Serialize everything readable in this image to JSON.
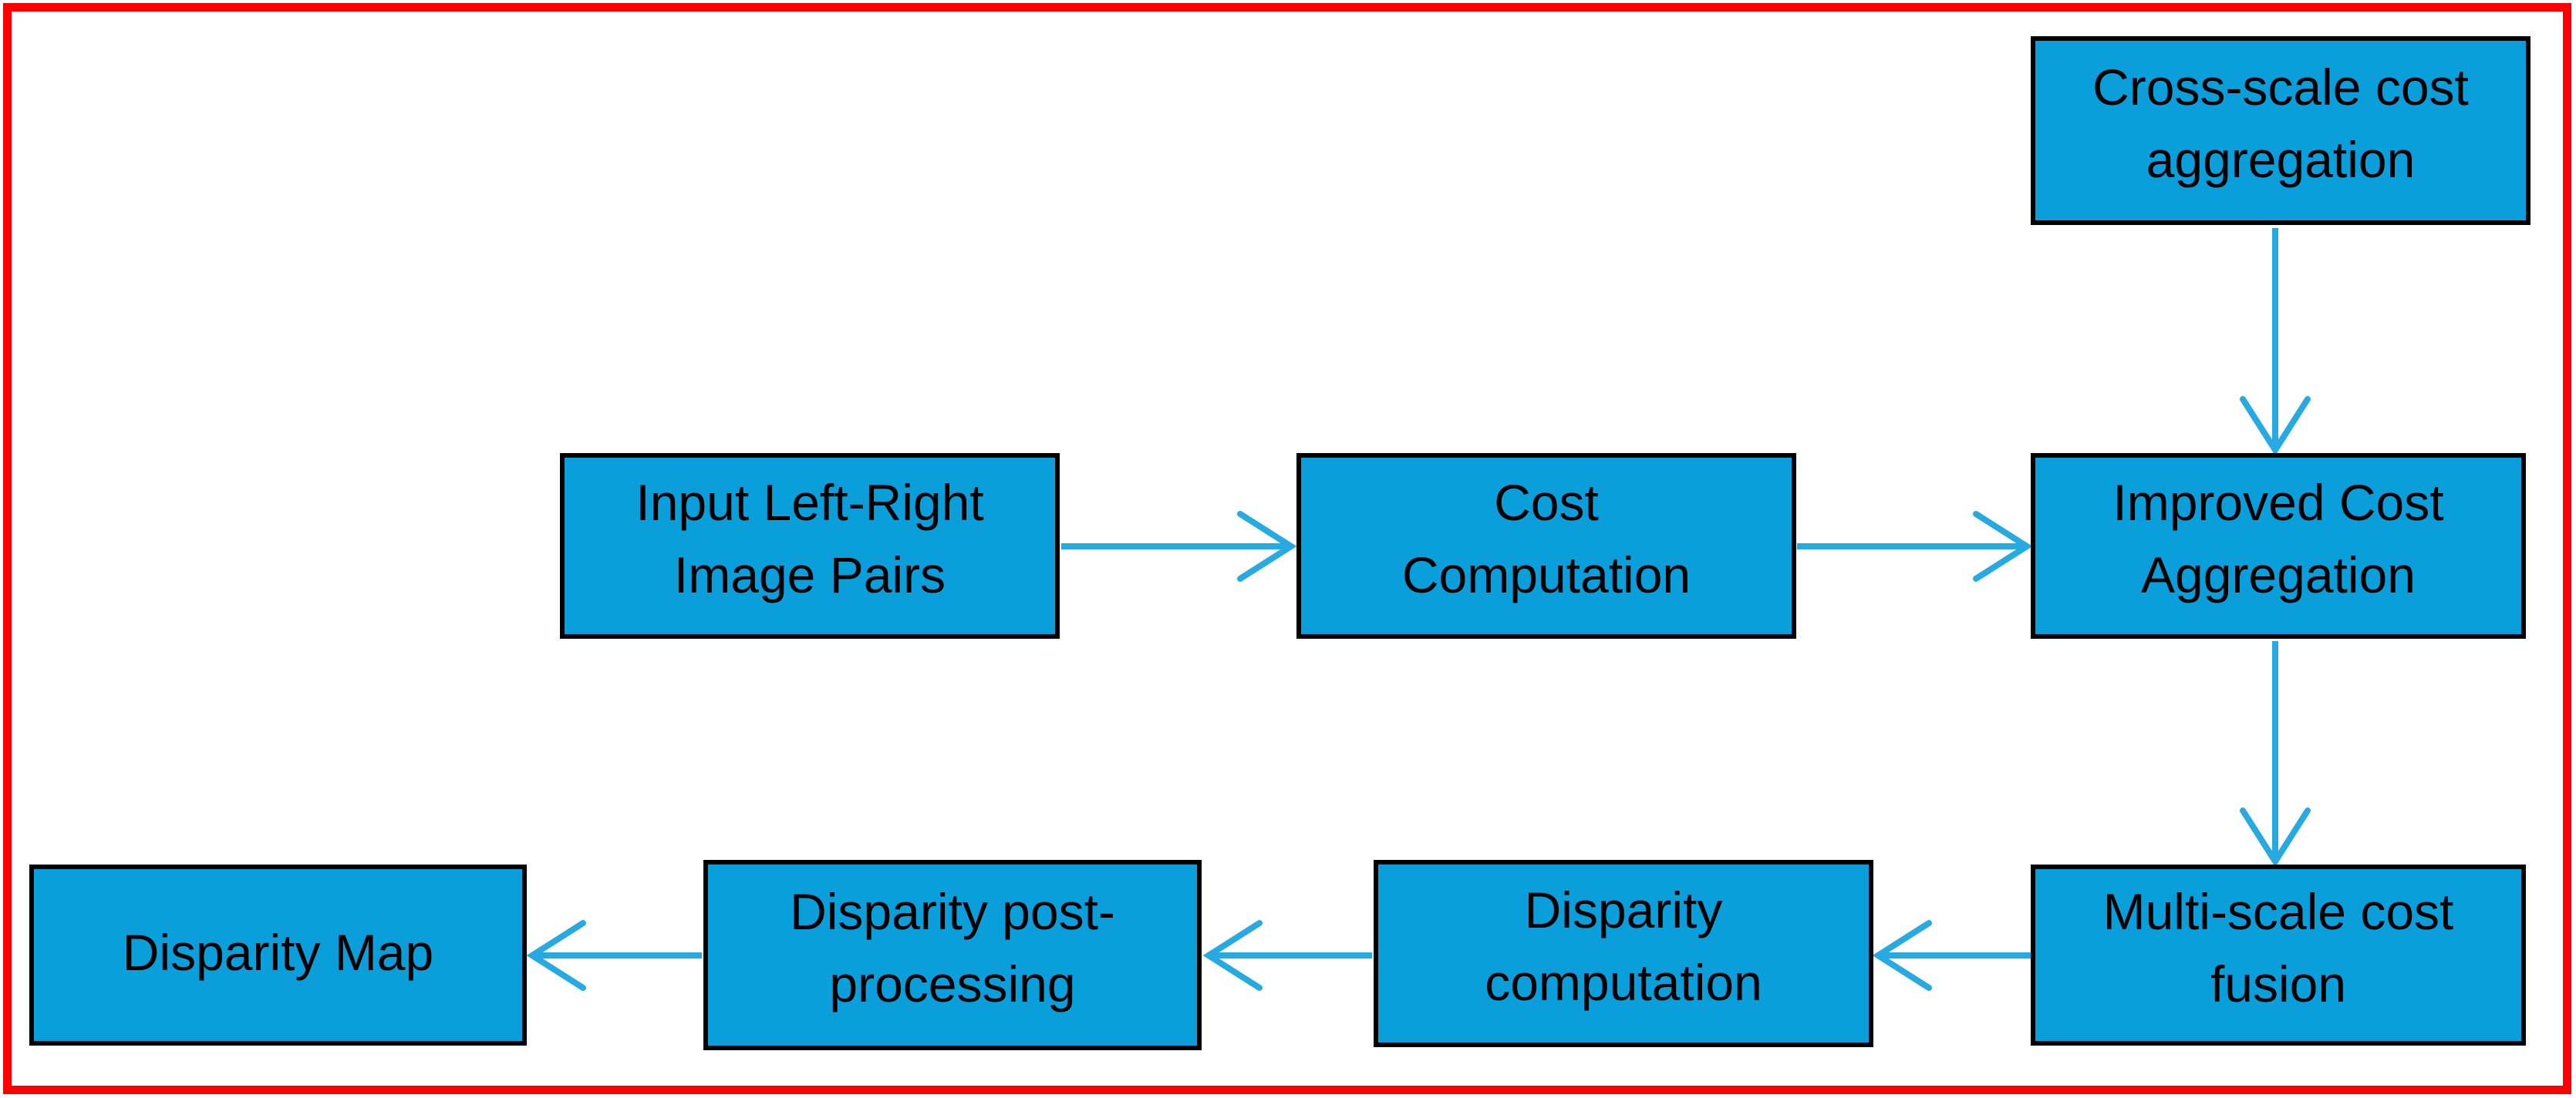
{
  "colors": {
    "background": "#ffffff",
    "frame_red": "#ff0000",
    "box_fill": "#0a9fdb",
    "box_border": "#000000",
    "arrow_color": "#27aae1",
    "text_color": "#000000"
  },
  "diagram": {
    "type": "flowchart",
    "nodes": [
      {
        "id": "cross-scale-cost-aggregation",
        "label": "Cross-scale cost\naggregation"
      },
      {
        "id": "input-left-right-image-pairs",
        "label": "Input Left-Right\nImage Pairs"
      },
      {
        "id": "cost-computation",
        "label": "Cost\nComputation"
      },
      {
        "id": "improved-cost-aggregation",
        "label": "Improved Cost\nAggregation"
      },
      {
        "id": "multi-scale-cost-fusion",
        "label": "Multi-scale cost\nfusion"
      },
      {
        "id": "disparity-computation",
        "label": "Disparity\ncomputation"
      },
      {
        "id": "disparity-post-processing",
        "label": "Disparity post-\nprocessing"
      },
      {
        "id": "disparity-map",
        "label": "Disparity Map"
      }
    ],
    "edges": [
      {
        "from": "cross-scale-cost-aggregation",
        "to": "improved-cost-aggregation",
        "direction": "down"
      },
      {
        "from": "input-left-right-image-pairs",
        "to": "cost-computation",
        "direction": "right"
      },
      {
        "from": "cost-computation",
        "to": "improved-cost-aggregation",
        "direction": "right"
      },
      {
        "from": "improved-cost-aggregation",
        "to": "multi-scale-cost-fusion",
        "direction": "down"
      },
      {
        "from": "multi-scale-cost-fusion",
        "to": "disparity-computation",
        "direction": "left"
      },
      {
        "from": "disparity-computation",
        "to": "disparity-post-processing",
        "direction": "left"
      },
      {
        "from": "disparity-post-processing",
        "to": "disparity-map",
        "direction": "left"
      }
    ]
  }
}
